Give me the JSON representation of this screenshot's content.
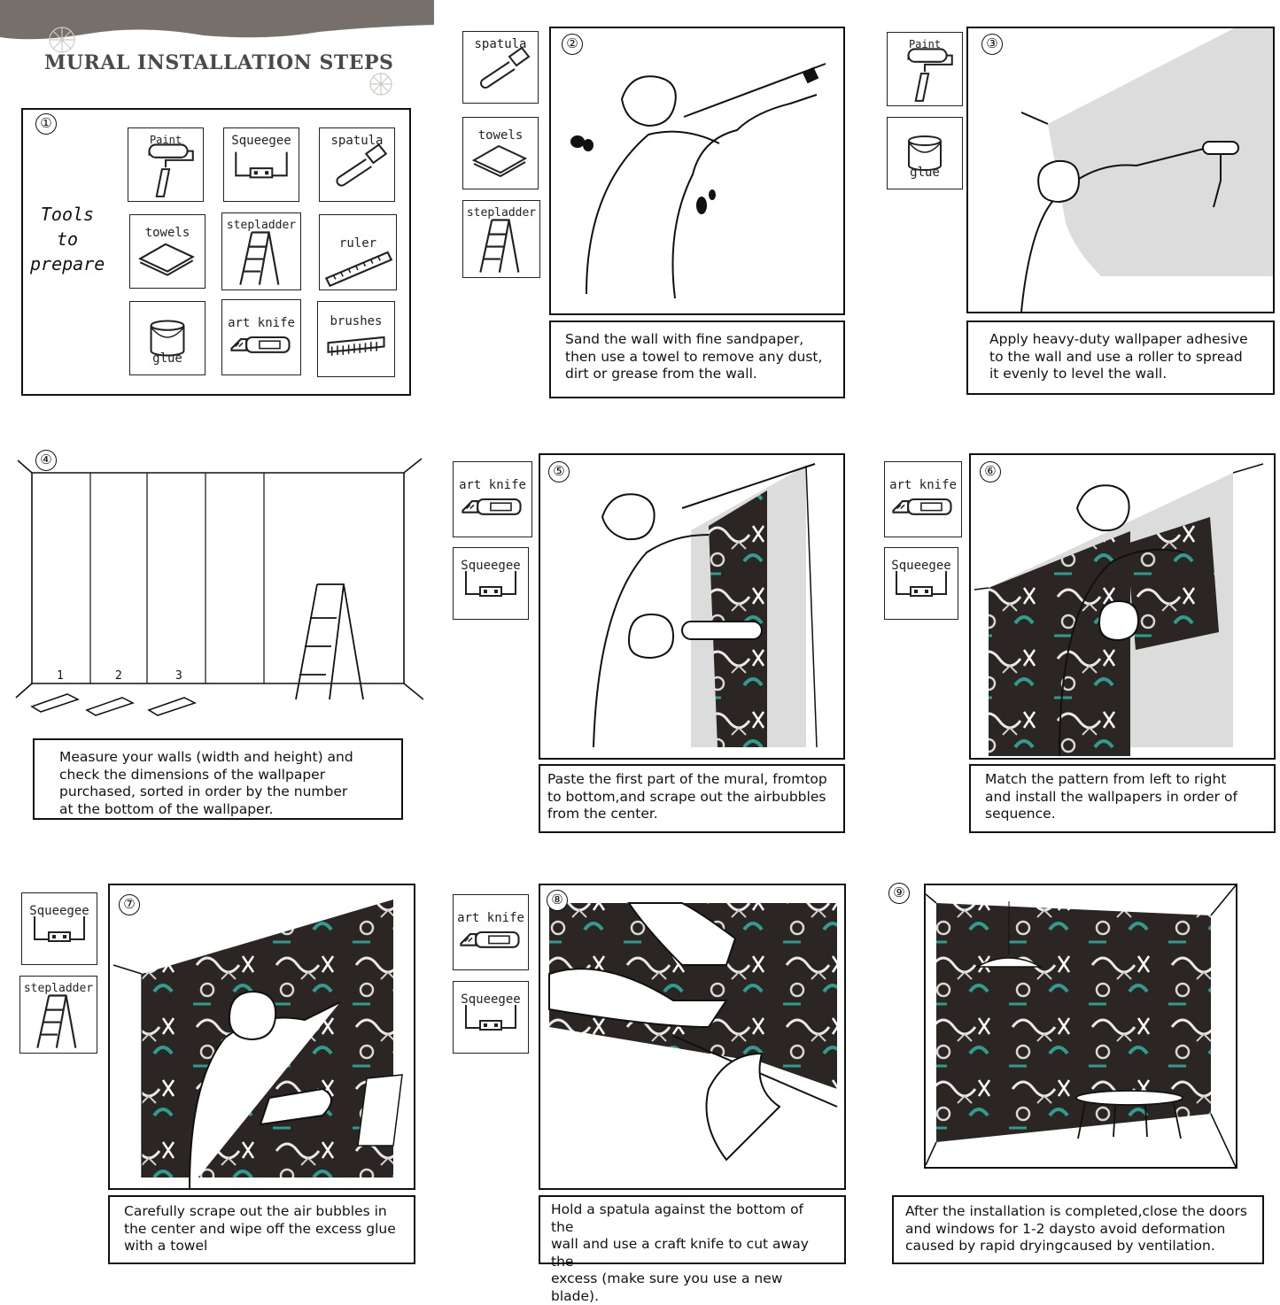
{
  "header": {
    "title": "MURAL INSTALLATION STEPS"
  },
  "step1": {
    "number": "①",
    "heading": "Tools\nto\nprepare",
    "tools": [
      "Paint roller",
      "Squeegee",
      "spatula",
      "towels",
      "stepladder",
      "ruler",
      "glue",
      "art knife",
      "brushes"
    ]
  },
  "step2": {
    "number": "②",
    "tools": [
      "spatula",
      "towels",
      "stepladder"
    ],
    "caption": "Sand the wall with fine sandpaper,\nthen use a towel to remove any dust,\ndirt or grease from the wall."
  },
  "step3": {
    "number": "③",
    "tools": [
      "Paint roller",
      "glue"
    ],
    "caption": "Apply heavy-duty wallpaper adhesive\nto the wall and use a roller to spread\nit evenly to level the wall."
  },
  "step4": {
    "number": "④",
    "roll_labels": [
      "1",
      "2",
      "3"
    ],
    "caption": "Measure your walls (width and height) and\ncheck the dimensions of the wallpaper\npurchased, sorted in order by the number\nat the bottom of the wallpaper."
  },
  "step5": {
    "number": "⑤",
    "tools": [
      "art knife",
      "Squeegee"
    ],
    "caption": "Paste the first part of the mural, fromtop\n to bottom,and scrape out the airbubbles\n from the center."
  },
  "step6": {
    "number": "⑥",
    "tools": [
      "art knife",
      "Squeegee"
    ],
    "caption": "Match the pattern from left to right\nand install the wallpapers in order of\n sequence."
  },
  "step7": {
    "number": "⑦",
    "tools": [
      "Squeegee",
      "stepladder"
    ],
    "caption": "Carefully scrape out the air bubbles in\nthe center and wipe off the excess glue\n with a towel"
  },
  "step8": {
    "number": "⑧",
    "tools": [
      "art knife",
      "Squeegee"
    ],
    "caption": "Hold a spatula against the bottom of the\nwall and use a craft knife to cut away the\nexcess (make sure you use a new blade)."
  },
  "step9": {
    "number": "⑨",
    "caption": "After the installation is completed,close the doors\n and windows for 1-2 daysto avoid deformation\ncaused by rapid dryingcaused by ventilation."
  },
  "icons": {
    "paint_roller": "paint-roller-icon",
    "squeegee": "squeegee-icon",
    "spatula": "spatula-icon",
    "towels": "towels-icon",
    "stepladder": "stepladder-icon",
    "ruler": "ruler-icon",
    "glue": "glue-bucket-icon",
    "art_knife": "art-knife-icon",
    "brushes": "brush-icon"
  },
  "colors": {
    "banner": "#77706a",
    "mural": "#2b2523",
    "graffiti_teal": "#2f9c8f",
    "wall_grey": "#dcdcdc"
  }
}
